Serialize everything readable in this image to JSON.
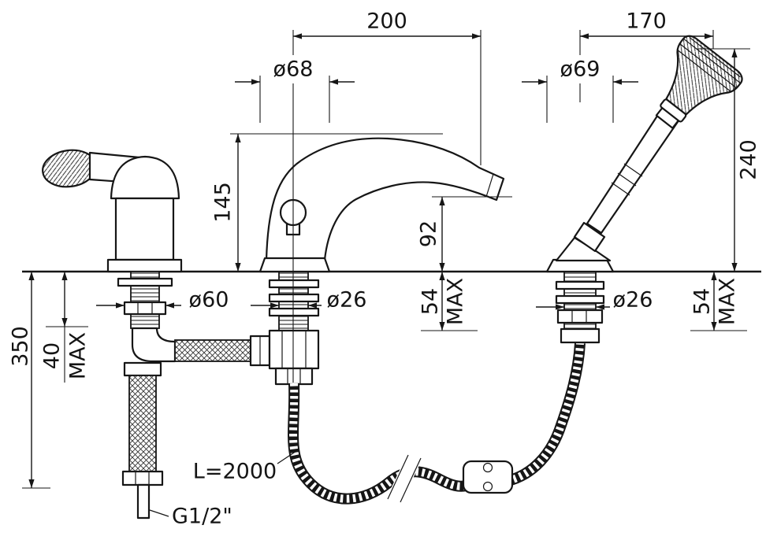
{
  "labels": {
    "dim_200": "200",
    "dim_170": "170",
    "dia_68": "ø68",
    "dia_69": "ø69",
    "dim_145": "145",
    "dim_92": "92",
    "dim_240": "240",
    "dia_60": "ø60",
    "dia_26_spout": "ø26",
    "dia_26_shower": "ø26",
    "dim_54_spout": "54",
    "max_54_spout": "MAX",
    "dim_54_shower": "54",
    "max_54_shower": "MAX",
    "dim_40": "40",
    "max_40": "MAX",
    "dim_350": "350",
    "hose_length": "L=2000",
    "thread_size": "G1/2\""
  }
}
